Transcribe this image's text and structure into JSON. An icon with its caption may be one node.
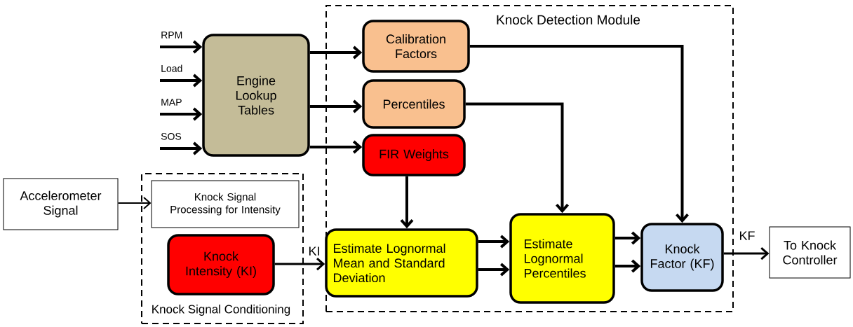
{
  "diagram": {
    "nodes": [
      {
        "text": [
          "Knock Detection Module"
        ]
      },
      {
        "text": [
          "Knock Signal Conditioning"
        ]
      },
      {
        "text": [
          "Engine Lookup Tables"
        ]
      },
      {
        "text": [
          "Calibration Factors"
        ],
        "in": 0
      },
      {
        "text": [
          "Percentiles"
        ],
        "in": 0
      },
      {
        "text": [
          "FIR Weights"
        ],
        "in": 0
      },
      {
        "text": [
          "Accelerometer Signal"
        ]
      },
      {
        "text": [
          "Knock Signal Processing for Intensity"
        ],
        "in": 1
      },
      {
        "text": [
          "Knock Intensity (KI)"
        ],
        "in": 1
      },
      {
        "text": [
          "Estimate Lognormal Mean and Standard Deviation"
        ],
        "in": 0
      },
      {
        "text": [
          "Estimate Lognormal Percentiles"
        ],
        "in": 0
      },
      {
        "text": [
          "Knock Factor (KF)"
        ],
        "in": 0
      },
      {
        "text": [
          "To Knock Controller"
        ]
      }
    ],
    "edges": [
      {
        "from": null,
        "to": 2,
        "arrow": "to",
        "label": "RPM"
      },
      {
        "from": null,
        "to": 2,
        "arrow": "to",
        "label": "Load"
      },
      {
        "from": null,
        "to": 2,
        "arrow": "to",
        "label": "MAP"
      },
      {
        "from": null,
        "to": 2,
        "arrow": "to",
        "label": "SOS"
      },
      {
        "from": 2,
        "to": 3,
        "arrow": "to"
      },
      {
        "from": 2,
        "to": 4,
        "arrow": "to"
      },
      {
        "from": 2,
        "to": 5,
        "arrow": "to"
      },
      {
        "from": 3,
        "to": 11,
        "arrow": "to"
      },
      {
        "from": 4,
        "to": 10,
        "arrow": "to"
      },
      {
        "from": 5,
        "to": 9,
        "arrow": "to"
      },
      {
        "from": 6,
        "to": 7,
        "arrow": "to"
      },
      {
        "from": 8,
        "to": 9,
        "arrow": "to",
        "label": "KI"
      },
      {
        "from": 9,
        "to": 10,
        "arrow": "to"
      },
      {
        "from": 9,
        "to": 10,
        "arrow": "to"
      },
      {
        "from": 10,
        "to": 11,
        "arrow": "to"
      },
      {
        "from": 10,
        "to": 11,
        "arrow": "to"
      },
      {
        "from": 11,
        "to": 12,
        "arrow": "to",
        "label": "KF"
      }
    ]
  }
}
